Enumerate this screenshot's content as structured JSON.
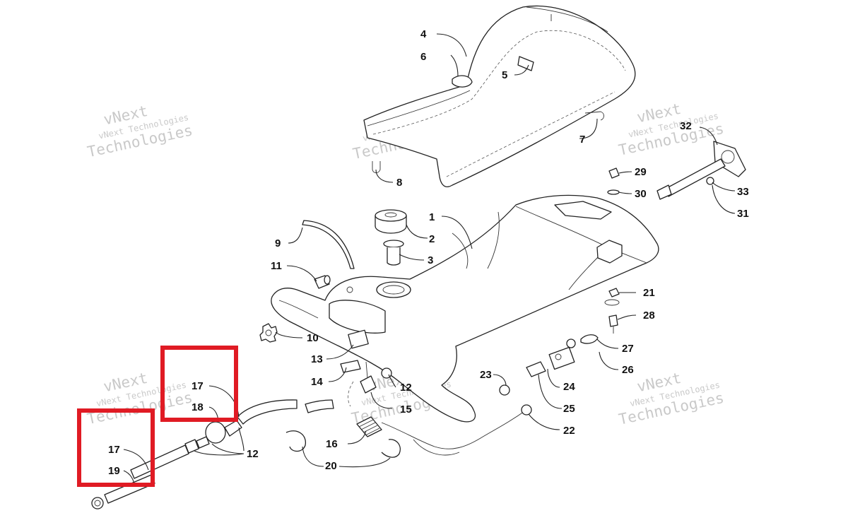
{
  "watermark": {
    "line1": "vNext Technologies",
    "line2": "vNext",
    "line3": "Technologies"
  },
  "labels": {
    "p1": "1",
    "p2": "2",
    "p3": "3",
    "p4": "4",
    "p5": "5",
    "p6": "6",
    "p7": "7",
    "p8": "8",
    "p9": "9",
    "p10": "10",
    "p11": "11",
    "p12a": "12",
    "p12b": "12",
    "p13": "13",
    "p14": "14",
    "p15": "15",
    "p16": "16",
    "p17a": "17",
    "p17b": "17",
    "p18": "18",
    "p19": "19",
    "p20": "20",
    "p21": "21",
    "p22": "22",
    "p23": "23",
    "p24": "24",
    "p25": "25",
    "p26": "26",
    "p27": "27",
    "p28": "28",
    "p29": "29",
    "p30": "30",
    "p31": "31",
    "p32": "32",
    "p33": "33"
  },
  "colors": {
    "highlight": "#e01b24",
    "line": "#222222",
    "watermark": "#c9c9c9"
  }
}
